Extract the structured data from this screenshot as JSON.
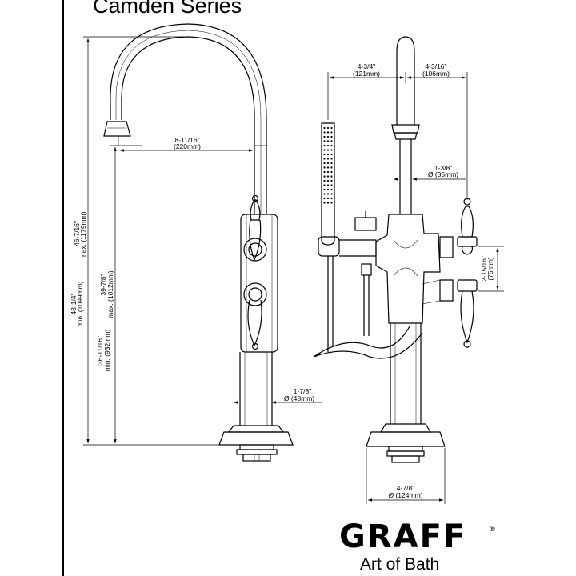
{
  "title": "Camden Series",
  "brand": {
    "wordmark": "GRAFF",
    "registered": "®",
    "tagline": "Art of Bath"
  },
  "left_view": {
    "overall_height": [
      "46-7/16\"",
      "max. (1179mm)",
      "43-1/4\"",
      "min. (1099mm)"
    ],
    "spout_height": [
      "39-7/8\"",
      "max. (1012mm)",
      "36-11/16\"",
      "min. (932mm)"
    ],
    "spout_reach": [
      "8-11/16\"",
      "(220mm)"
    ],
    "column_diameter": [
      "1-7/8\"",
      "Ø (48mm)"
    ]
  },
  "right_view": {
    "spout_to_handshower": [
      "4-3/4\"",
      "(121mm)"
    ],
    "spout_to_handle": [
      "4-3/16\"",
      "(106mm)"
    ],
    "spout_diameter": [
      "1-3/8\"",
      "Ø (35mm)"
    ],
    "handle_spacing": [
      "2-15/16\"",
      "(75mm)"
    ],
    "base_diameter": [
      "4-7/8\"",
      "Ø (124mm)"
    ]
  }
}
